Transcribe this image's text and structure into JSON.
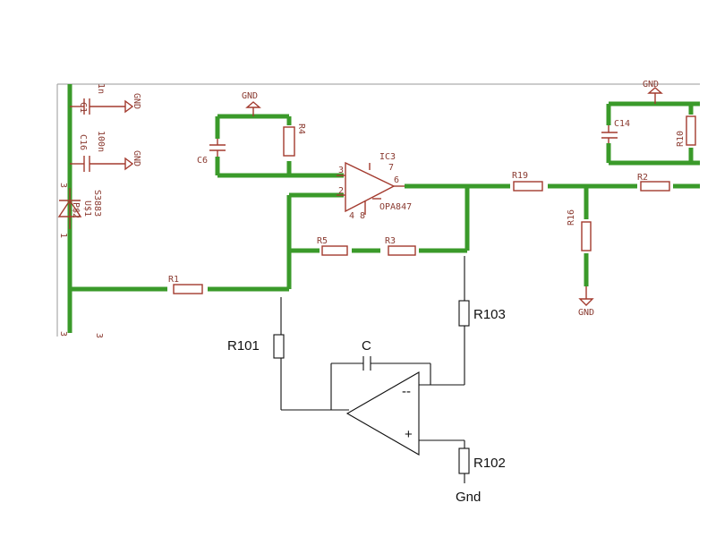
{
  "schematic": {
    "components": {
      "c1": "C1",
      "c1_value": "1n",
      "c16": "C16",
      "c16_value": "100n",
      "u1": "U$1",
      "u1_part": "S3883",
      "u1_sub": "P$2",
      "u1_sub2": "P$1",
      "c6": "C6",
      "r4": "R4",
      "ic3": "IC3",
      "ic3_part": "OPA847",
      "r19": "R19",
      "r2": "R2",
      "r16": "R16",
      "c14": "C14",
      "r10": "R10",
      "r5": "R5",
      "r3": "R3",
      "r1": "R1"
    },
    "grounds": [
      "GND",
      "GND",
      "GND",
      "GND",
      "GND"
    ],
    "pins": {
      "ic3_pin3": "3",
      "ic3_pin2": "2",
      "ic3_pin6": "6",
      "ic3_pin7": "7",
      "ic3_pin4": "4",
      "ic3_pin8": "8",
      "u1_pin3": "3",
      "u1_pin1": "1"
    },
    "pin_markers": {
      "bottom_left": "3",
      "bottom_left2": "3"
    }
  },
  "overlay": {
    "r101": "R101",
    "r102": "R102",
    "r103": "R103",
    "capacitor": "C",
    "opamp_minus": "--",
    "opamp_plus": "+",
    "ground": "Gnd"
  },
  "colors": {
    "trace": "#3a9a2a",
    "schematic": "#a33a2e",
    "ink": "#111111"
  }
}
